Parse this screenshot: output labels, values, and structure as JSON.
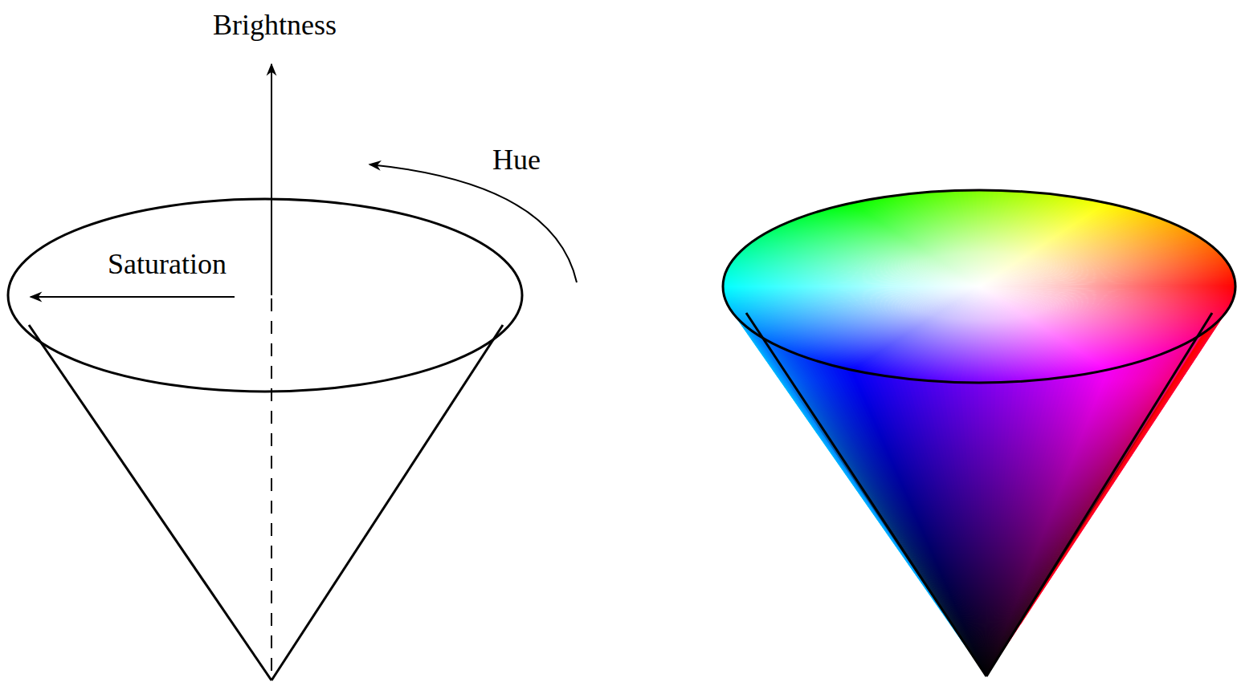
{
  "diagram": {
    "labels": [
      "Brightness",
      "Hue",
      "Saturation"
    ]
  }
}
